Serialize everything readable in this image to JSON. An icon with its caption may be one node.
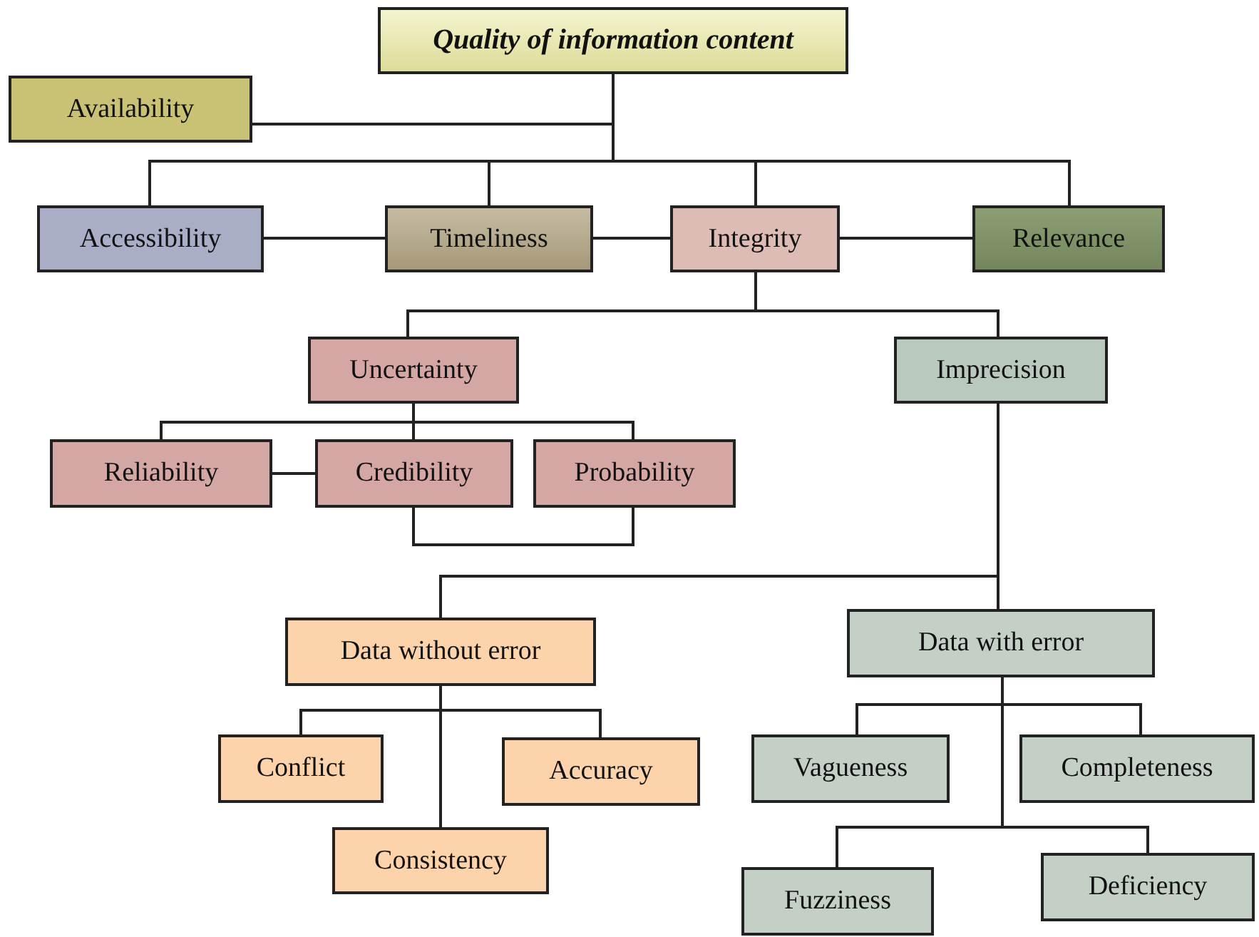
{
  "diagram": {
    "nodes": [
      {
        "text": [
          "Quality of information content"
        ]
      },
      {
        "text": [
          "Availability"
        ]
      },
      {
        "text": [
          "Accessibility"
        ]
      },
      {
        "text": [
          "Timeliness"
        ]
      },
      {
        "text": [
          "Integrity"
        ]
      },
      {
        "text": [
          "Relevance"
        ]
      },
      {
        "text": [
          "Uncertainty"
        ]
      },
      {
        "text": [
          "Imprecision"
        ]
      },
      {
        "text": [
          "Reliability"
        ]
      },
      {
        "text": [
          "Credibility"
        ]
      },
      {
        "text": [
          "Probability"
        ]
      },
      {
        "text": [
          "Data without error"
        ]
      },
      {
        "text": [
          "Data with error"
        ]
      },
      {
        "text": [
          "Conflict"
        ]
      },
      {
        "text": [
          "Accuracy"
        ]
      },
      {
        "text": [
          "Consistency"
        ]
      },
      {
        "text": [
          "Vagueness"
        ]
      },
      {
        "text": [
          "Completeness"
        ]
      },
      {
        "text": [
          "Fuzziness"
        ]
      },
      {
        "text": [
          "Deficiency"
        ]
      }
    ],
    "edges": [
      {
        "from": 0,
        "to": 1,
        "arrow": "none"
      },
      {
        "from": 0,
        "to": 2,
        "arrow": "none"
      },
      {
        "from": 0,
        "to": 3,
        "arrow": "none"
      },
      {
        "from": 0,
        "to": 4,
        "arrow": "none"
      },
      {
        "from": 0,
        "to": 5,
        "arrow": "none"
      },
      {
        "from": 2,
        "to": 3,
        "arrow": "none"
      },
      {
        "from": 3,
        "to": 4,
        "arrow": "none"
      },
      {
        "from": 4,
        "to": 5,
        "arrow": "none"
      },
      {
        "from": 4,
        "to": 6,
        "arrow": "none"
      },
      {
        "from": 4,
        "to": 7,
        "arrow": "none"
      },
      {
        "from": 6,
        "to": 8,
        "arrow": "none"
      },
      {
        "from": 6,
        "to": 9,
        "arrow": "none"
      },
      {
        "from": 6,
        "to": 10,
        "arrow": "none"
      },
      {
        "from": 8,
        "to": 9,
        "arrow": "none"
      },
      {
        "from": 9,
        "to": 10,
        "arrow": "none"
      },
      {
        "from": 7,
        "to": 11,
        "arrow": "none"
      },
      {
        "from": 7,
        "to": 12,
        "arrow": "none"
      },
      {
        "from": 11,
        "to": 13,
        "arrow": "none"
      },
      {
        "from": 11,
        "to": 14,
        "arrow": "none"
      },
      {
        "from": 11,
        "to": 15,
        "arrow": "none"
      },
      {
        "from": 12,
        "to": 16,
        "arrow": "none"
      },
      {
        "from": 12,
        "to": 17,
        "arrow": "none"
      },
      {
        "from": 12,
        "to": 18,
        "arrow": "none"
      },
      {
        "from": 12,
        "to": 19,
        "arrow": "none"
      }
    ]
  }
}
